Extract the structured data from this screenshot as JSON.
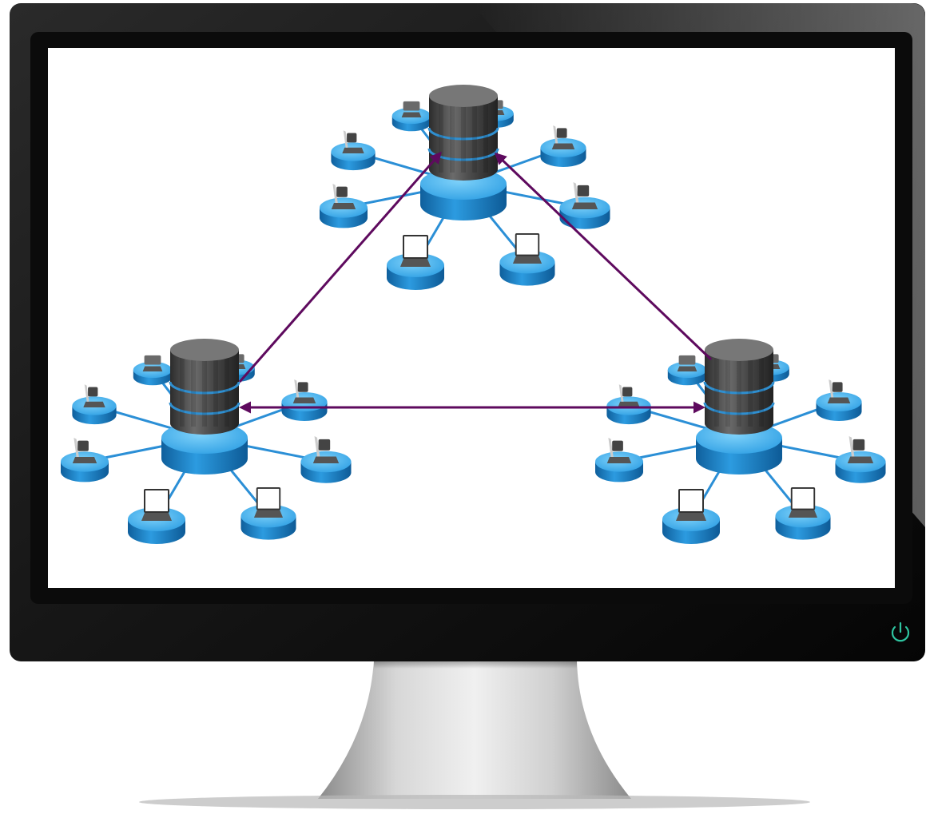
{
  "scene": {
    "subject": "computer-monitor",
    "screen_content": "distributed-database-network",
    "power_icon": "power-icon"
  },
  "colors": {
    "bezel": "#1a1a1a",
    "bezel_edge": "#0a0a0a",
    "screen_bg": "#ffffff",
    "stand_light": "#e2e2e2",
    "stand_dark": "#8c8c8c",
    "power_icon": "#2ec4a0",
    "server_top": "#777777",
    "server_body": "#3d3d3d",
    "server_ring": "#2f8fd0",
    "pad_top": "#48b4ec",
    "pad_side": "#1574b8",
    "link": "#2b8fd6",
    "arrow": "#5e0a5e",
    "laptop_body": "#555555",
    "laptop_screen": "#ffffff"
  },
  "network": {
    "hubs": [
      "hub-top",
      "hub-left",
      "hub-right"
    ],
    "clients_per_hub": 8,
    "connections": [
      [
        "hub-left",
        "hub-top"
      ],
      [
        "hub-right",
        "hub-top"
      ],
      [
        "hub-left",
        "hub-right"
      ]
    ]
  }
}
